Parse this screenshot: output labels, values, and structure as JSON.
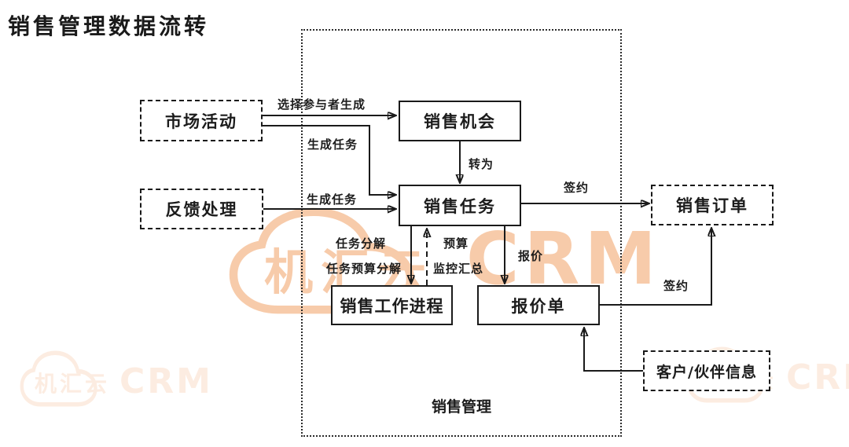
{
  "page_title": "销售管理数据流转",
  "container": {
    "label": "销售管理"
  },
  "nodes": {
    "market_activity": {
      "label": "市场活动",
      "type": "external-dashed"
    },
    "feedback_processing": {
      "label": "反馈处理",
      "type": "external-dashed"
    },
    "sales_order": {
      "label": "销售订单",
      "type": "external-dashed"
    },
    "customer_partner_info": {
      "label": "客户/伙伴信息",
      "type": "external-dashed"
    },
    "sales_opportunity": {
      "label": "销售机会",
      "type": "process-solid"
    },
    "sales_task": {
      "label": "销售任务",
      "type": "process-solid"
    },
    "sales_work_progress": {
      "label": "销售工作进程",
      "type": "process-solid"
    },
    "quotation": {
      "label": "报价单",
      "type": "process-solid"
    }
  },
  "edge_labels": {
    "market_to_opportunity": "选择参与者生成",
    "market_to_task": "生成任务",
    "feedback_to_task": "生成任务",
    "opportunity_to_task": "转为",
    "task_to_order": "签约",
    "task_to_progress_1": "任务分解",
    "task_to_progress_2": "任务预算分解",
    "progress_to_task_1": "预算",
    "progress_to_task_2": "监控汇总",
    "task_to_quotation": "报价",
    "quotation_to_order": "签约"
  },
  "watermark": {
    "brand": "机汇云",
    "product": "CRM",
    "color": "#f09c5e"
  },
  "colors": {
    "line": "#1a1a1a",
    "text": "#1c1c1c",
    "background": "#ffffff",
    "watermark": "#f09c5e"
  }
}
